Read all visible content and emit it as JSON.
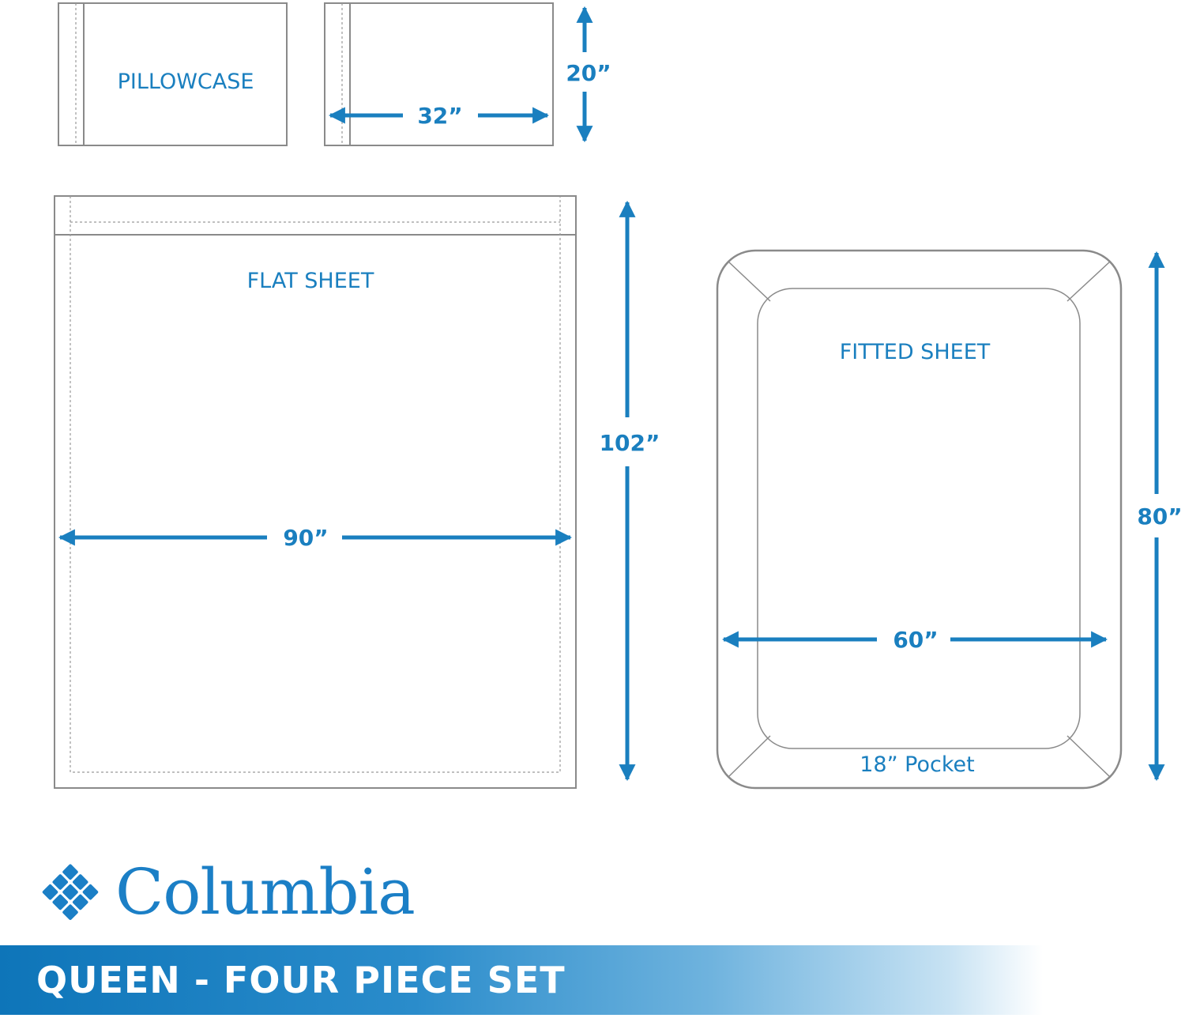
{
  "pillowcase": {
    "label": "PILLOWCASE",
    "width": "32”",
    "height": "20”"
  },
  "flat_sheet": {
    "label": "FLAT SHEET",
    "width": "90”",
    "height": "102”"
  },
  "fitted_sheet": {
    "label": "FITTED SHEET",
    "width": "60”",
    "height": "80”",
    "pocket": "18” Pocket"
  },
  "brand": {
    "name": "Columbia",
    "logo_icon": "columbia-diamond-logo-icon"
  },
  "banner": {
    "text": "QUEEN - FOUR PIECE SET"
  },
  "colors": {
    "accent": "#1a7fbf",
    "outline": "#8a8a8a",
    "brand": "#1b7fc6"
  }
}
